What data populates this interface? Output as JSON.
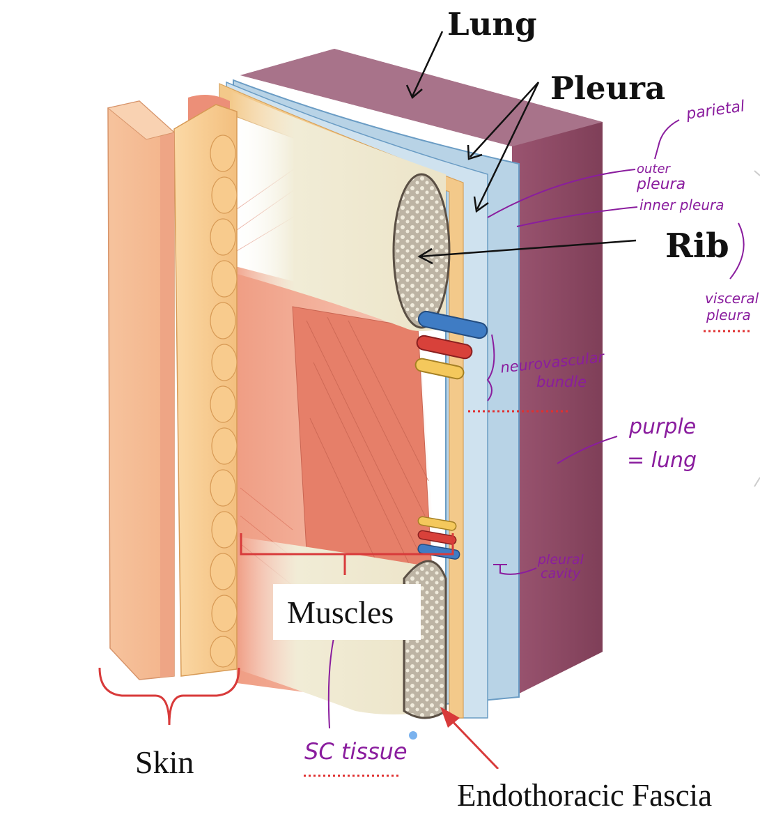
{
  "labels": {
    "lung": "Lung",
    "pleura": "Pleura",
    "rib": "Rib",
    "muscles": "Muscles",
    "skin": "Skin",
    "endothoracic_fascia": "Endothoracic Fascia"
  },
  "annotations": {
    "parietal": "parietal",
    "outer_pleura_1": "outer",
    "outer_pleura_2": "pleura",
    "inner_pleura": "inner pleura",
    "visceral_1": "visceral",
    "visceral_2": "pleura",
    "neurovascular_1": "neurovascular",
    "neurovascular_2": "bundle",
    "purple_1": "purple",
    "purple_2": "= lung",
    "pleural_cavity_1": "pleural",
    "pleural_cavity_2": "cavity",
    "sc_tissue": "SC tissue"
  },
  "colors": {
    "annotation_ink": "#8a1d9e",
    "bracket_red": "#d83a3a",
    "lung_purple": "#8e4a63",
    "pleura_blue": "#b7d2e4",
    "rib_cream": "#ece6cf",
    "muscle_red": "#e98a72",
    "skin_peach": "#f7c59a"
  }
}
